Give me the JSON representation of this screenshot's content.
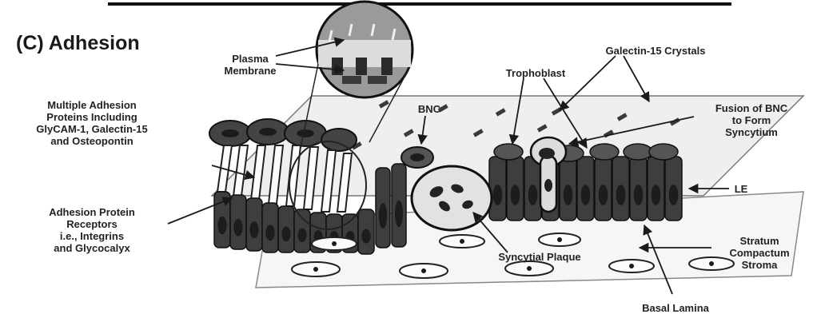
{
  "title": "(C) Adhesion",
  "labels": {
    "plasma_membrane": "Plasma\nMembrane",
    "trophoblast": "Trophoblast",
    "galectin_crystals": "Galectin-15 Crystals",
    "fusion_bnc": "Fusion of BNC\nto Form\nSyncytium",
    "multiple_adhesion": "Multiple Adhesion\nProteins Including\nGlyCAM-1, Galectin-15\nand Osteopontin",
    "bnc": "BNC",
    "le": "LE",
    "adhesion_receptors": "Adhesion Protein\nReceptors\ni.e., Integrins\nand Glycocalyx",
    "syncytial_plaque": "Syncytial Plaque",
    "stratum": "Stratum\nCompactum\nStroma",
    "basal_lamina": "Basal Lamina"
  },
  "colors": {
    "cell_fill": "#3e3e3e",
    "nucleus": "#1c1c1c",
    "plane": "#eeeeee",
    "line": "#1a1a1a"
  }
}
